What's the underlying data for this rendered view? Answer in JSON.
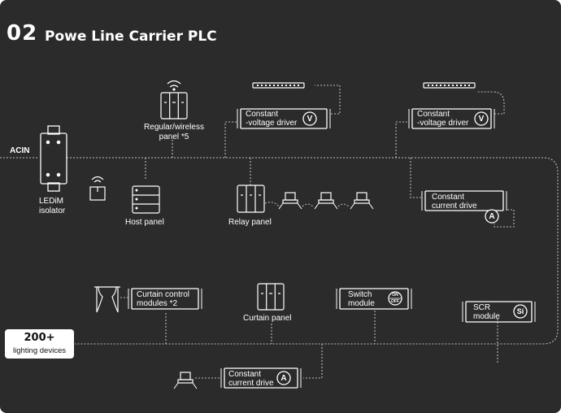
{
  "header": {
    "number": "02",
    "title": "Powe Line Carrier PLC"
  },
  "labels": {
    "acin": "ACIN",
    "isolator": [
      "LEDiM",
      "isolator"
    ],
    "regular_panel": [
      "Regular/wireless",
      "panel *5"
    ],
    "host_panel": "Host panel",
    "relay_panel": "Relay panel",
    "cv_driver_1": [
      "Constant",
      "-voltage driver"
    ],
    "cv_driver_2": [
      "Constant",
      "-voltage driver"
    ],
    "cc_drive_right": [
      "Constant",
      "current drive"
    ],
    "curtain_modules": [
      "Curtain control",
      "modules *2"
    ],
    "curtain_panel": "Curtain panel",
    "switch_module": [
      "Switch",
      "module"
    ],
    "scr_module": [
      "SCR",
      "module"
    ],
    "cc_drive_bottom": [
      "Constant",
      "current drive"
    ]
  },
  "symbols": {
    "volt": "V",
    "amp": "A",
    "scr": "Si",
    "on_top": "ON",
    "on_bottom": "OFF"
  },
  "badge": {
    "count": "200+",
    "caption": "lighting devices"
  }
}
